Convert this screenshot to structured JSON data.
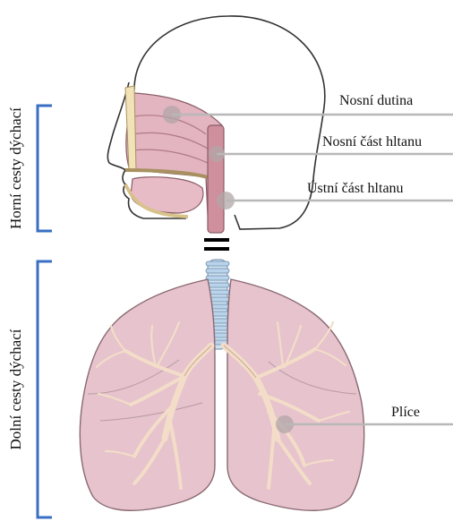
{
  "labels": {
    "nasal_cavity": "Nosní dutina",
    "nasopharynx": "Nosní část hltanu",
    "oropharynx": "Ústní část hltanu",
    "lungs": "Plíce"
  },
  "groups": {
    "upper": "Horní cesty dýchací",
    "lower": "Dolní cesty dýchací"
  },
  "colors": {
    "bracket": "#3a6fc4",
    "leader": "#b8b8b8",
    "lung_fill": "#e6c3cd",
    "lung_stroke": "#8a6a74",
    "bronchi": "#f3ddc8",
    "trachea_rings": "#b9d3ea",
    "nasal_tissue": "#e2b5c0"
  }
}
